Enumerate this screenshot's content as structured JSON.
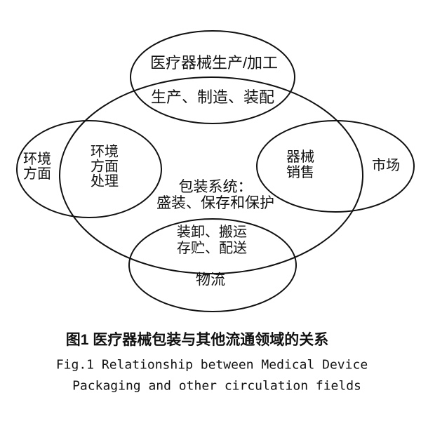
{
  "figure": {
    "nodes": {
      "production_title": "医疗器械生产/加工",
      "production_overlap": "生产、制造、装配",
      "environment_outer": "环境\n方面",
      "environment_overlap": "环境\n方面\n处理",
      "packaging_center": "包装系统：\n盛装、保存和保护",
      "sales_overlap": "器械\n销售",
      "market_outer": "市场",
      "logistics_overlap": "装卸、搬运\n存贮、配送",
      "logistics_outer": "物流"
    },
    "caption": {
      "zh": "图1 医疗器械包装与其他流通领域的关系",
      "en_line1": "Fig.1 Relationship between Medical Device",
      "en_line2": "Packaging and other circulation fields"
    },
    "colors": {
      "stroke": "#111111",
      "background": "#ffffff",
      "text": "#111111"
    }
  }
}
